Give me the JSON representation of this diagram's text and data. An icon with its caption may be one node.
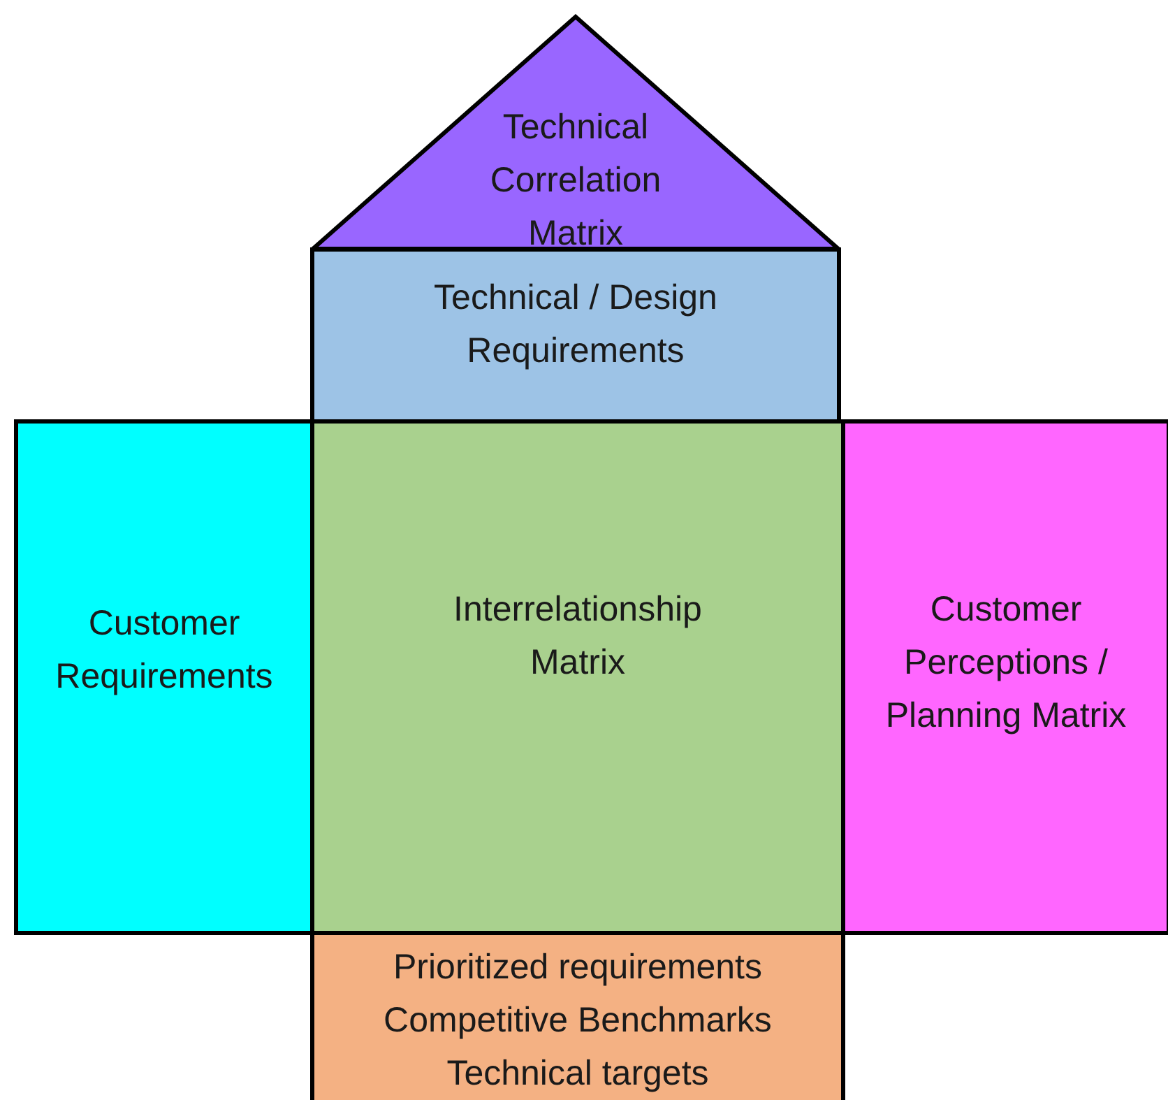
{
  "diagram": {
    "nodes": [
      {
        "text": [
          "Technical Correlation Matrix"
        ]
      },
      {
        "text": [
          "Technical / Design Requirements"
        ]
      },
      {
        "text": [
          "Customer Requirements"
        ]
      },
      {
        "text": [
          "Interrelationship Matrix"
        ]
      },
      {
        "text": [
          "Customer Perceptions / Planning Matrix"
        ]
      },
      {
        "text": [
          "Prioritized requirements",
          "Competitive Benchmarks",
          "Technical targets"
        ]
      }
    ]
  }
}
